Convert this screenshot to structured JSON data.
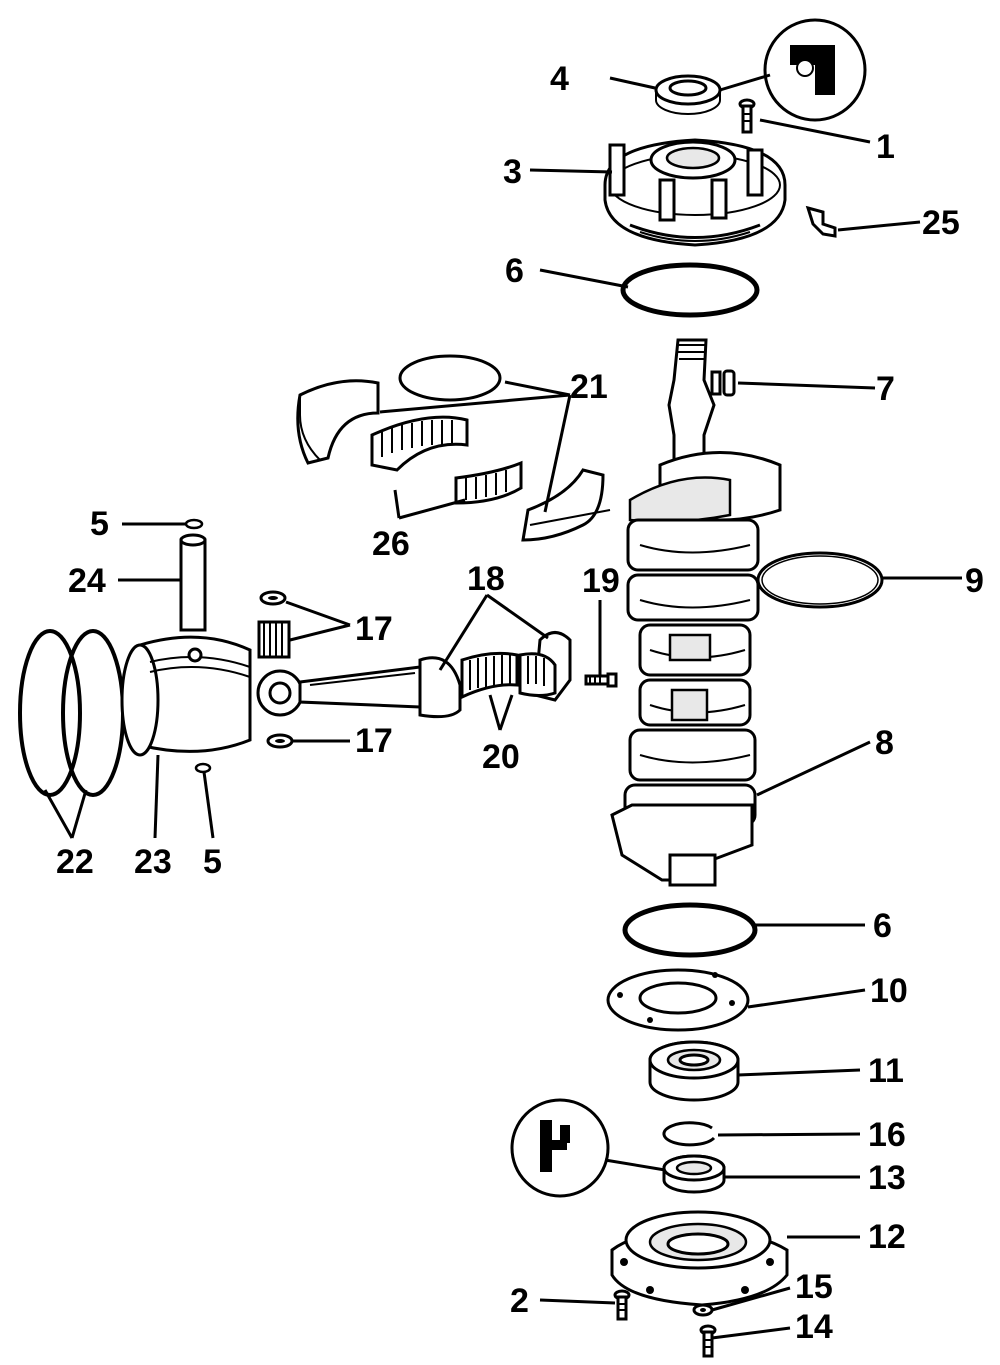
{
  "labels": {
    "l1": "1",
    "l2": "2",
    "l3": "3",
    "l4": "4",
    "l5a": "5",
    "l5b": "5",
    "l6a": "6",
    "l6b": "6",
    "l7": "7",
    "l8": "8",
    "l9": "9",
    "l10": "10",
    "l11": "11",
    "l12": "12",
    "l13": "13",
    "l14": "14",
    "l15": "15",
    "l16": "16",
    "l17a": "17",
    "l17b": "17",
    "l18": "18",
    "l19": "19",
    "l20": "20",
    "l21": "21",
    "l22": "22",
    "l23": "23",
    "l24": "24",
    "l25": "25",
    "l26": "26"
  }
}
